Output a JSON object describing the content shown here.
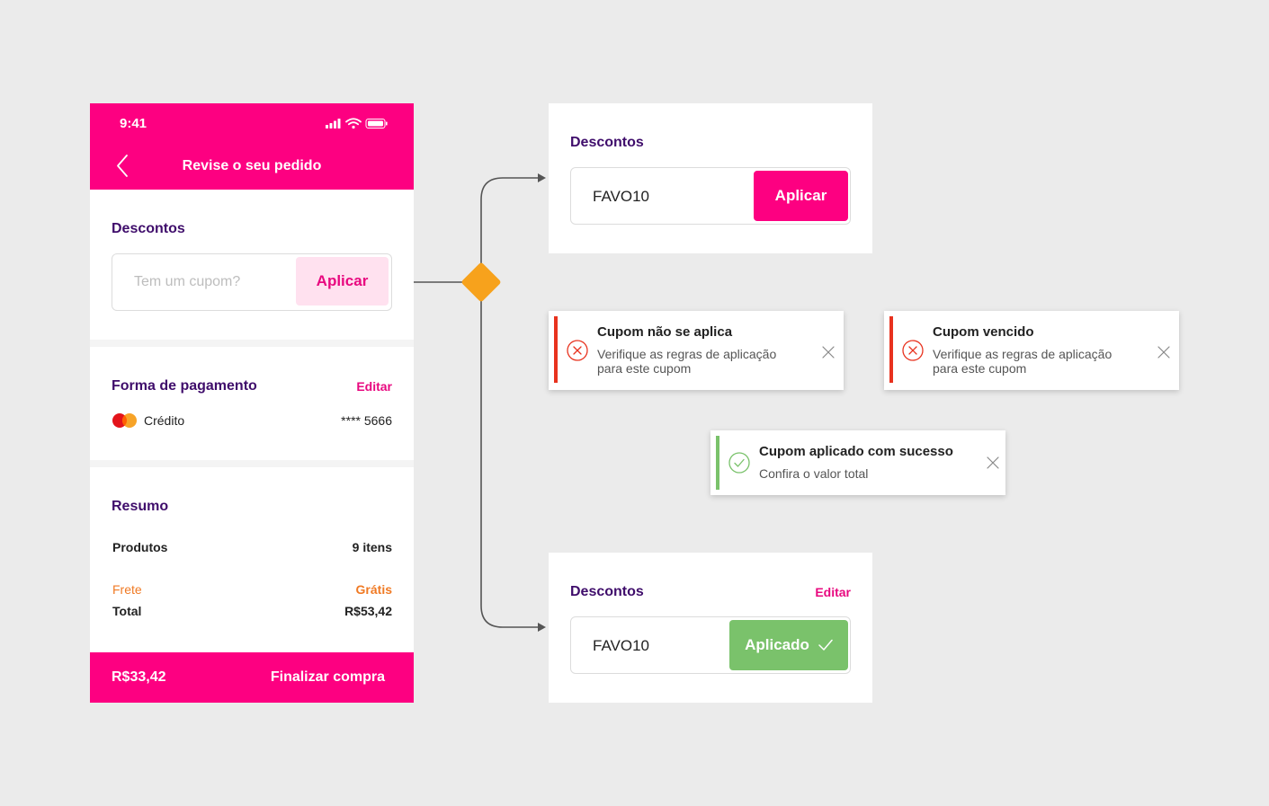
{
  "phone": {
    "status_time": "9:41",
    "header_title": "Revise o seu pedido",
    "discounts": {
      "title": "Descontos",
      "placeholder": "Tem um cupom?",
      "apply_label": "Aplicar"
    },
    "payment": {
      "title": "Forma de pagamento",
      "edit_label": "Editar",
      "method": "Crédito",
      "card_number": "**** 5666"
    },
    "summary": {
      "title": "Resumo",
      "products_label": "Produtos",
      "products_value": "9 itens",
      "shipping_label": "Frete",
      "shipping_value": "Grátis",
      "total_label": "Total",
      "total_value": "R$53,42"
    },
    "footer": {
      "total": "R$33,42",
      "checkout_label": "Finalizar compra"
    }
  },
  "coupon_entered": {
    "title": "Descontos",
    "value": "FAVO10",
    "apply_label": "Aplicar"
  },
  "toasts": {
    "not_applicable": {
      "title": "Cupom não se aplica",
      "line1": "Verifique as regras de aplicação",
      "line2": "para este cupom"
    },
    "expired": {
      "title": "Cupom vencido",
      "line1": "Verifique as regras de aplicação",
      "line2": "para este cupom"
    },
    "success": {
      "title": "Cupom aplicado com sucesso",
      "text": "Confira o valor total"
    }
  },
  "coupon_applied": {
    "title": "Descontos",
    "edit_label": "Editar",
    "value": "FAVO10",
    "applied_label": "Aplicado"
  },
  "colors": {
    "brand_pink": "#fd0081",
    "title_purple": "#3f0d6b",
    "decision_orange": "#f7a21c",
    "error_red": "#e8321e",
    "success_green": "#7ac26b"
  }
}
